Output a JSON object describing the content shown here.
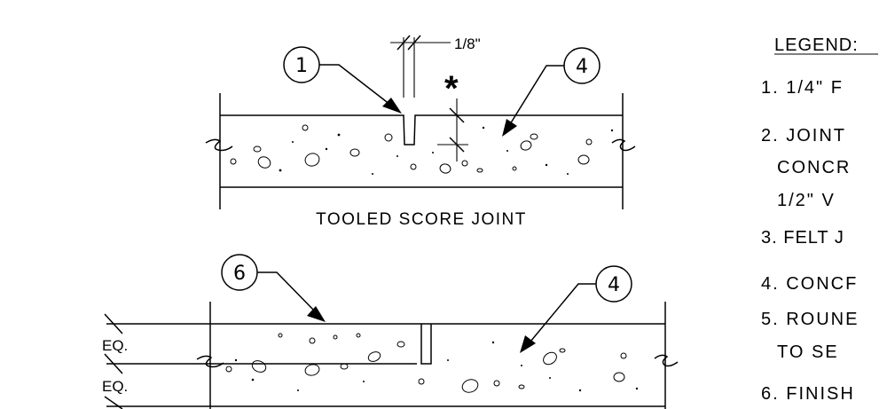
{
  "detail_top": {
    "title": "TOOLED SCORE JOINT",
    "dimension": "1/8\"",
    "asterisk": "*",
    "callout_left": "1",
    "callout_right": "4"
  },
  "detail_bottom": {
    "callout_left": "6",
    "callout_right": "4",
    "eq_upper": "EQ.",
    "eq_lower": "EQ."
  },
  "legend": {
    "heading": "LEGEND:",
    "items": [
      "1. 1/4\" F",
      "2. JOINT",
      "CONCR",
      "1/2\" V",
      "3. FELT J",
      "4. CONCF",
      "5. ROUNE",
      "TO SE",
      "6. FINISH"
    ]
  }
}
